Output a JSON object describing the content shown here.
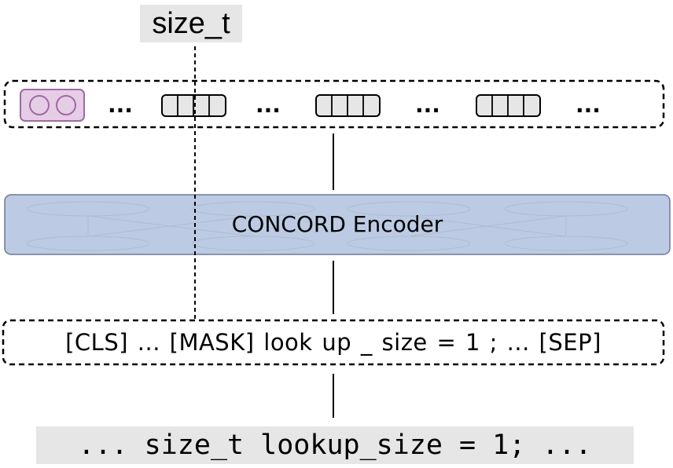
{
  "output": {
    "label": "size_t"
  },
  "output_row": {
    "ellipsis": "..."
  },
  "encoder": {
    "label": "CONCORD Encoder"
  },
  "tokens": {
    "sequence": "[CLS]  ... [MASK]  look  up  _ size  =  1  ;  ... [SEP]"
  },
  "source": {
    "code": "... size_t lookup_size = 1; ..."
  },
  "colors": {
    "encoder_fill": "#bccbe3",
    "encoder_stroke": "#6c7a94",
    "cls_fill": "#e6cde6",
    "cls_stroke": "#9f6aa3",
    "token_fill": "#e6e6e6",
    "label_bg": "#e6e6e6"
  },
  "icons": [
    "arrow-up-icon",
    "dashed-arrow-icon",
    "embedding-vector-icon"
  ]
}
